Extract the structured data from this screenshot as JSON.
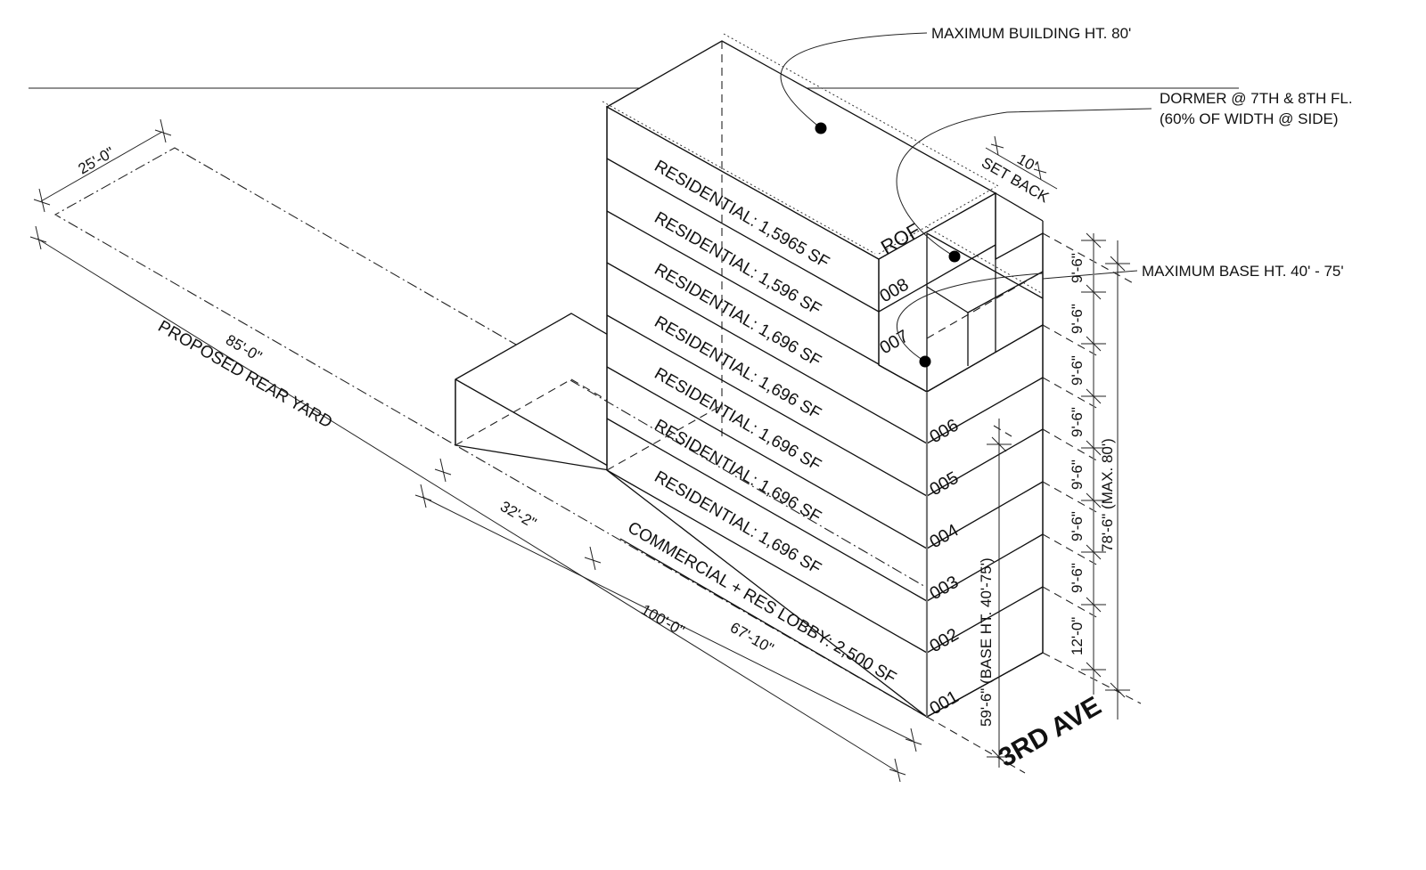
{
  "drawing": {
    "type": "isometric zoning massing diagram",
    "colors": {
      "line": "#111111",
      "background": "#ffffff"
    },
    "annotations": {
      "max_building_height": "MAXIMUM BUILDING HT. 80'",
      "dormer_line1": "DORMER @ 7TH & 8TH FL.",
      "dormer_line2": "(60% OF WIDTH @ SIDE)",
      "max_base_height": "MAXIMUM BASE HT. 40' - 75'",
      "setback_value": "10'",
      "setback_label": "SET BACK"
    },
    "floors": [
      {
        "code": "ROF",
        "use": "RESIDENTIAL: 1,5965 SF"
      },
      {
        "code": "008",
        "use": "RESIDENTIAL: 1,596 SF"
      },
      {
        "code": "007",
        "use": "RESIDENTIAL: 1,696 SF"
      },
      {
        "code": "006",
        "use": "RESIDENTIAL: 1,696 SF"
      },
      {
        "code": "005",
        "use": "RESIDENTIAL: 1,696 SF"
      },
      {
        "code": "004",
        "use": "RESIDENTIAL: 1,696 SF"
      },
      {
        "code": "003",
        "use": "RESIDENTIAL: 1,696 SF"
      },
      {
        "code": "002",
        "use": ""
      },
      {
        "code": "001",
        "use": "COMMERCIAL + RES LOBBY: 2,500 SF"
      }
    ],
    "site_dimensions": {
      "rear_yard_width": "25'-0\"",
      "rear_yard_depth": "85'-0\"",
      "rear_yard_label": "PROPOSED REAR YARD",
      "rear_extension": "32'-2\"",
      "lot_depth": "100'-0\"",
      "building_depth": "67'-10\""
    },
    "height_dimensions": {
      "floor_heights": [
        "9'-6\"",
        "9'-6\"",
        "9'-6\"",
        "9'-6\"",
        "9'-6\"",
        "9'-6\"",
        "9'-6\"",
        "12'-0\""
      ],
      "total_height": "78'-6\" (MAX. 80')",
      "base_height": "59'-6\" (BASE HT. 40'-75')"
    },
    "street": "3RD AVE"
  }
}
